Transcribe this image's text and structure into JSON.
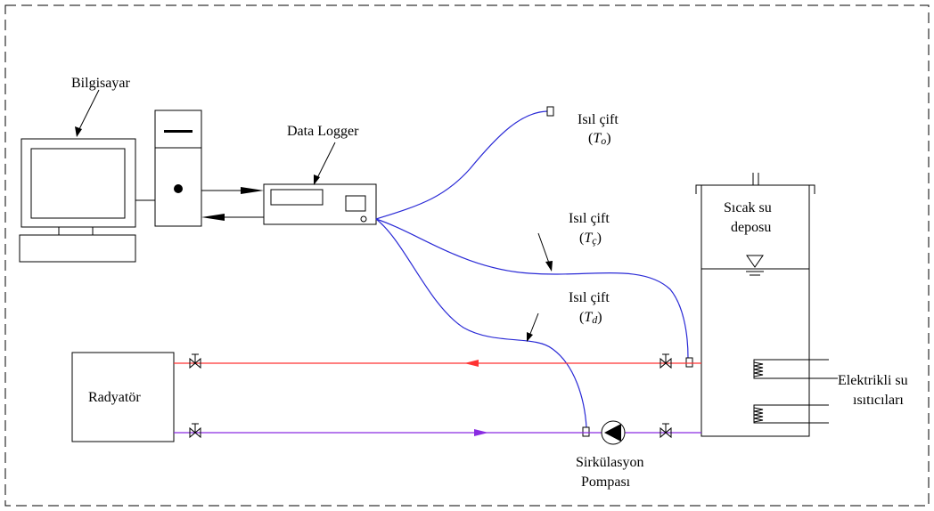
{
  "labels": {
    "computer": "Bilgisayar",
    "data_logger": "Data Logger",
    "thermocouple_o": "Isıl çift",
    "thermocouple_o_sym": "T",
    "thermocouple_o_sub": "o",
    "thermocouple_c": "Isıl çift",
    "thermocouple_c_sym": "T",
    "thermocouple_c_sub": "ç",
    "thermocouple_d": "Isıl çift",
    "thermocouple_d_sym": "T",
    "thermocouple_d_sub": "d",
    "tank_line1": "Sıcak su",
    "tank_line2": "deposu",
    "radiator": "Radyatör",
    "heaters_line1": "Elektrikli su",
    "heaters_line2": "ısıtıcıları",
    "pump_line1": "Sirkülasyon",
    "pump_line2": "Pompası"
  },
  "colors": {
    "hot_line": "#ff3333",
    "return_line": "#8a2be2",
    "cable": "#2a2ad6",
    "outline": "#000000"
  }
}
